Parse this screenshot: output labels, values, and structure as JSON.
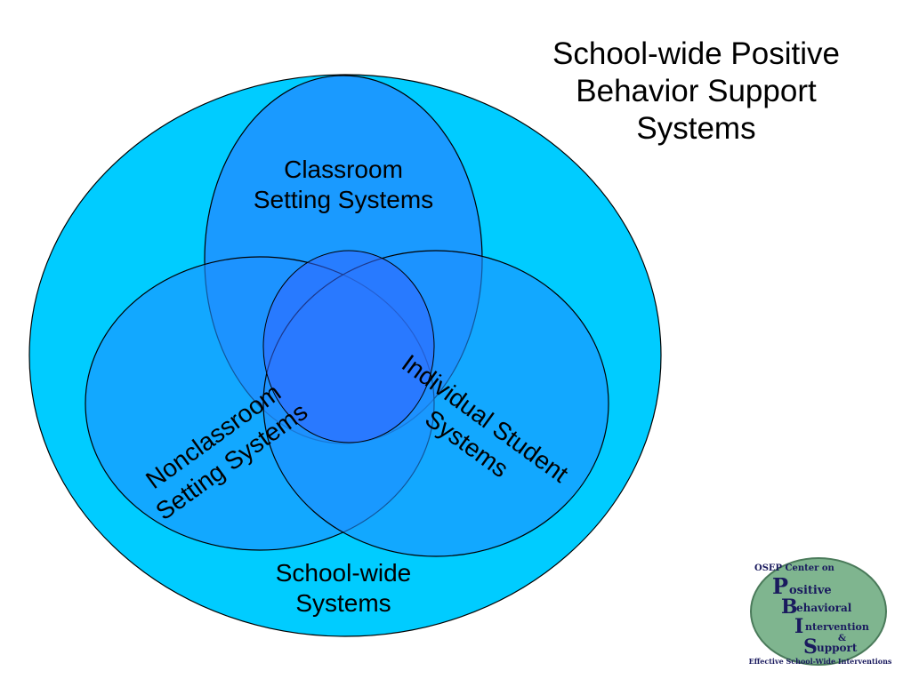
{
  "title": "School-wide Positive Behavior Support Systems",
  "circles": {
    "classroom": "Classroom Setting Systems",
    "nonclassroom": "Nonclassroom Setting Systems",
    "individual": "Individual Student Systems",
    "schoolwide": "School-wide Systems"
  },
  "labels": {
    "classroom_l1": "Classroom",
    "classroom_l2": "Setting Systems",
    "nonclassroom_l1": "Nonclassroom",
    "nonclassroom_l2": "Setting Systems",
    "individual_l1": "Individual Student",
    "individual_l2": "Systems",
    "schoolwide_l1": "School-wide",
    "schoolwide_l2": "Systems"
  },
  "logo": {
    "top_text": "OSEP Center on",
    "p": "P",
    "p_rest": "ositive",
    "b": "B",
    "b_rest": "ehavioral",
    "i": "I",
    "i_rest": "ntervention",
    "amp": "&",
    "s": "S",
    "s_rest": "upport",
    "bottom_text": "Effective School-Wide Interventions"
  },
  "colors": {
    "outer": "#00ccff",
    "inner": "#1e90ff",
    "center": "#3366ff",
    "logo_circle": "#7fb58f"
  }
}
